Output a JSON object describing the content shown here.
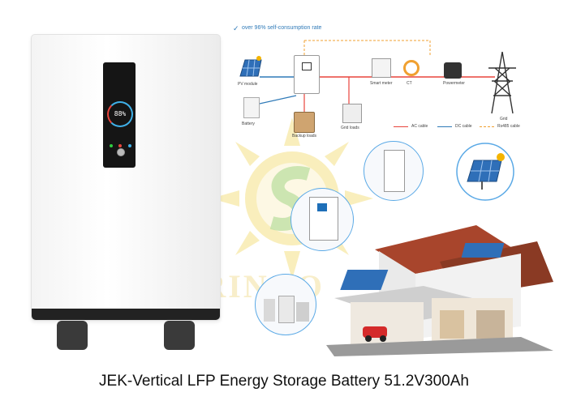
{
  "watermark": {
    "text": "SORINGO",
    "color": "#f2dd7a"
  },
  "device": {
    "display_value": "88%"
  },
  "diagram": {
    "banner": "over 96% self-consumption rate",
    "labels": {
      "pv": "PV module",
      "battery": "Battery",
      "backup": "Backup loads",
      "gridloads": "Grid loads",
      "meter": "Smart meter",
      "ct": "CT",
      "powermeter": "Powermeter",
      "grid": "Grid"
    },
    "legend": [
      {
        "label": "AC cable",
        "color": "#e8443c",
        "style": "solid"
      },
      {
        "label": "DC cable",
        "color": "#2f7ab8",
        "style": "solid"
      },
      {
        "label": "Rs485 cable",
        "color": "#f0a030",
        "style": "dashed"
      }
    ]
  },
  "caption": "JEK-Vertical LFP Energy Storage Battery 51.2V300Ah"
}
